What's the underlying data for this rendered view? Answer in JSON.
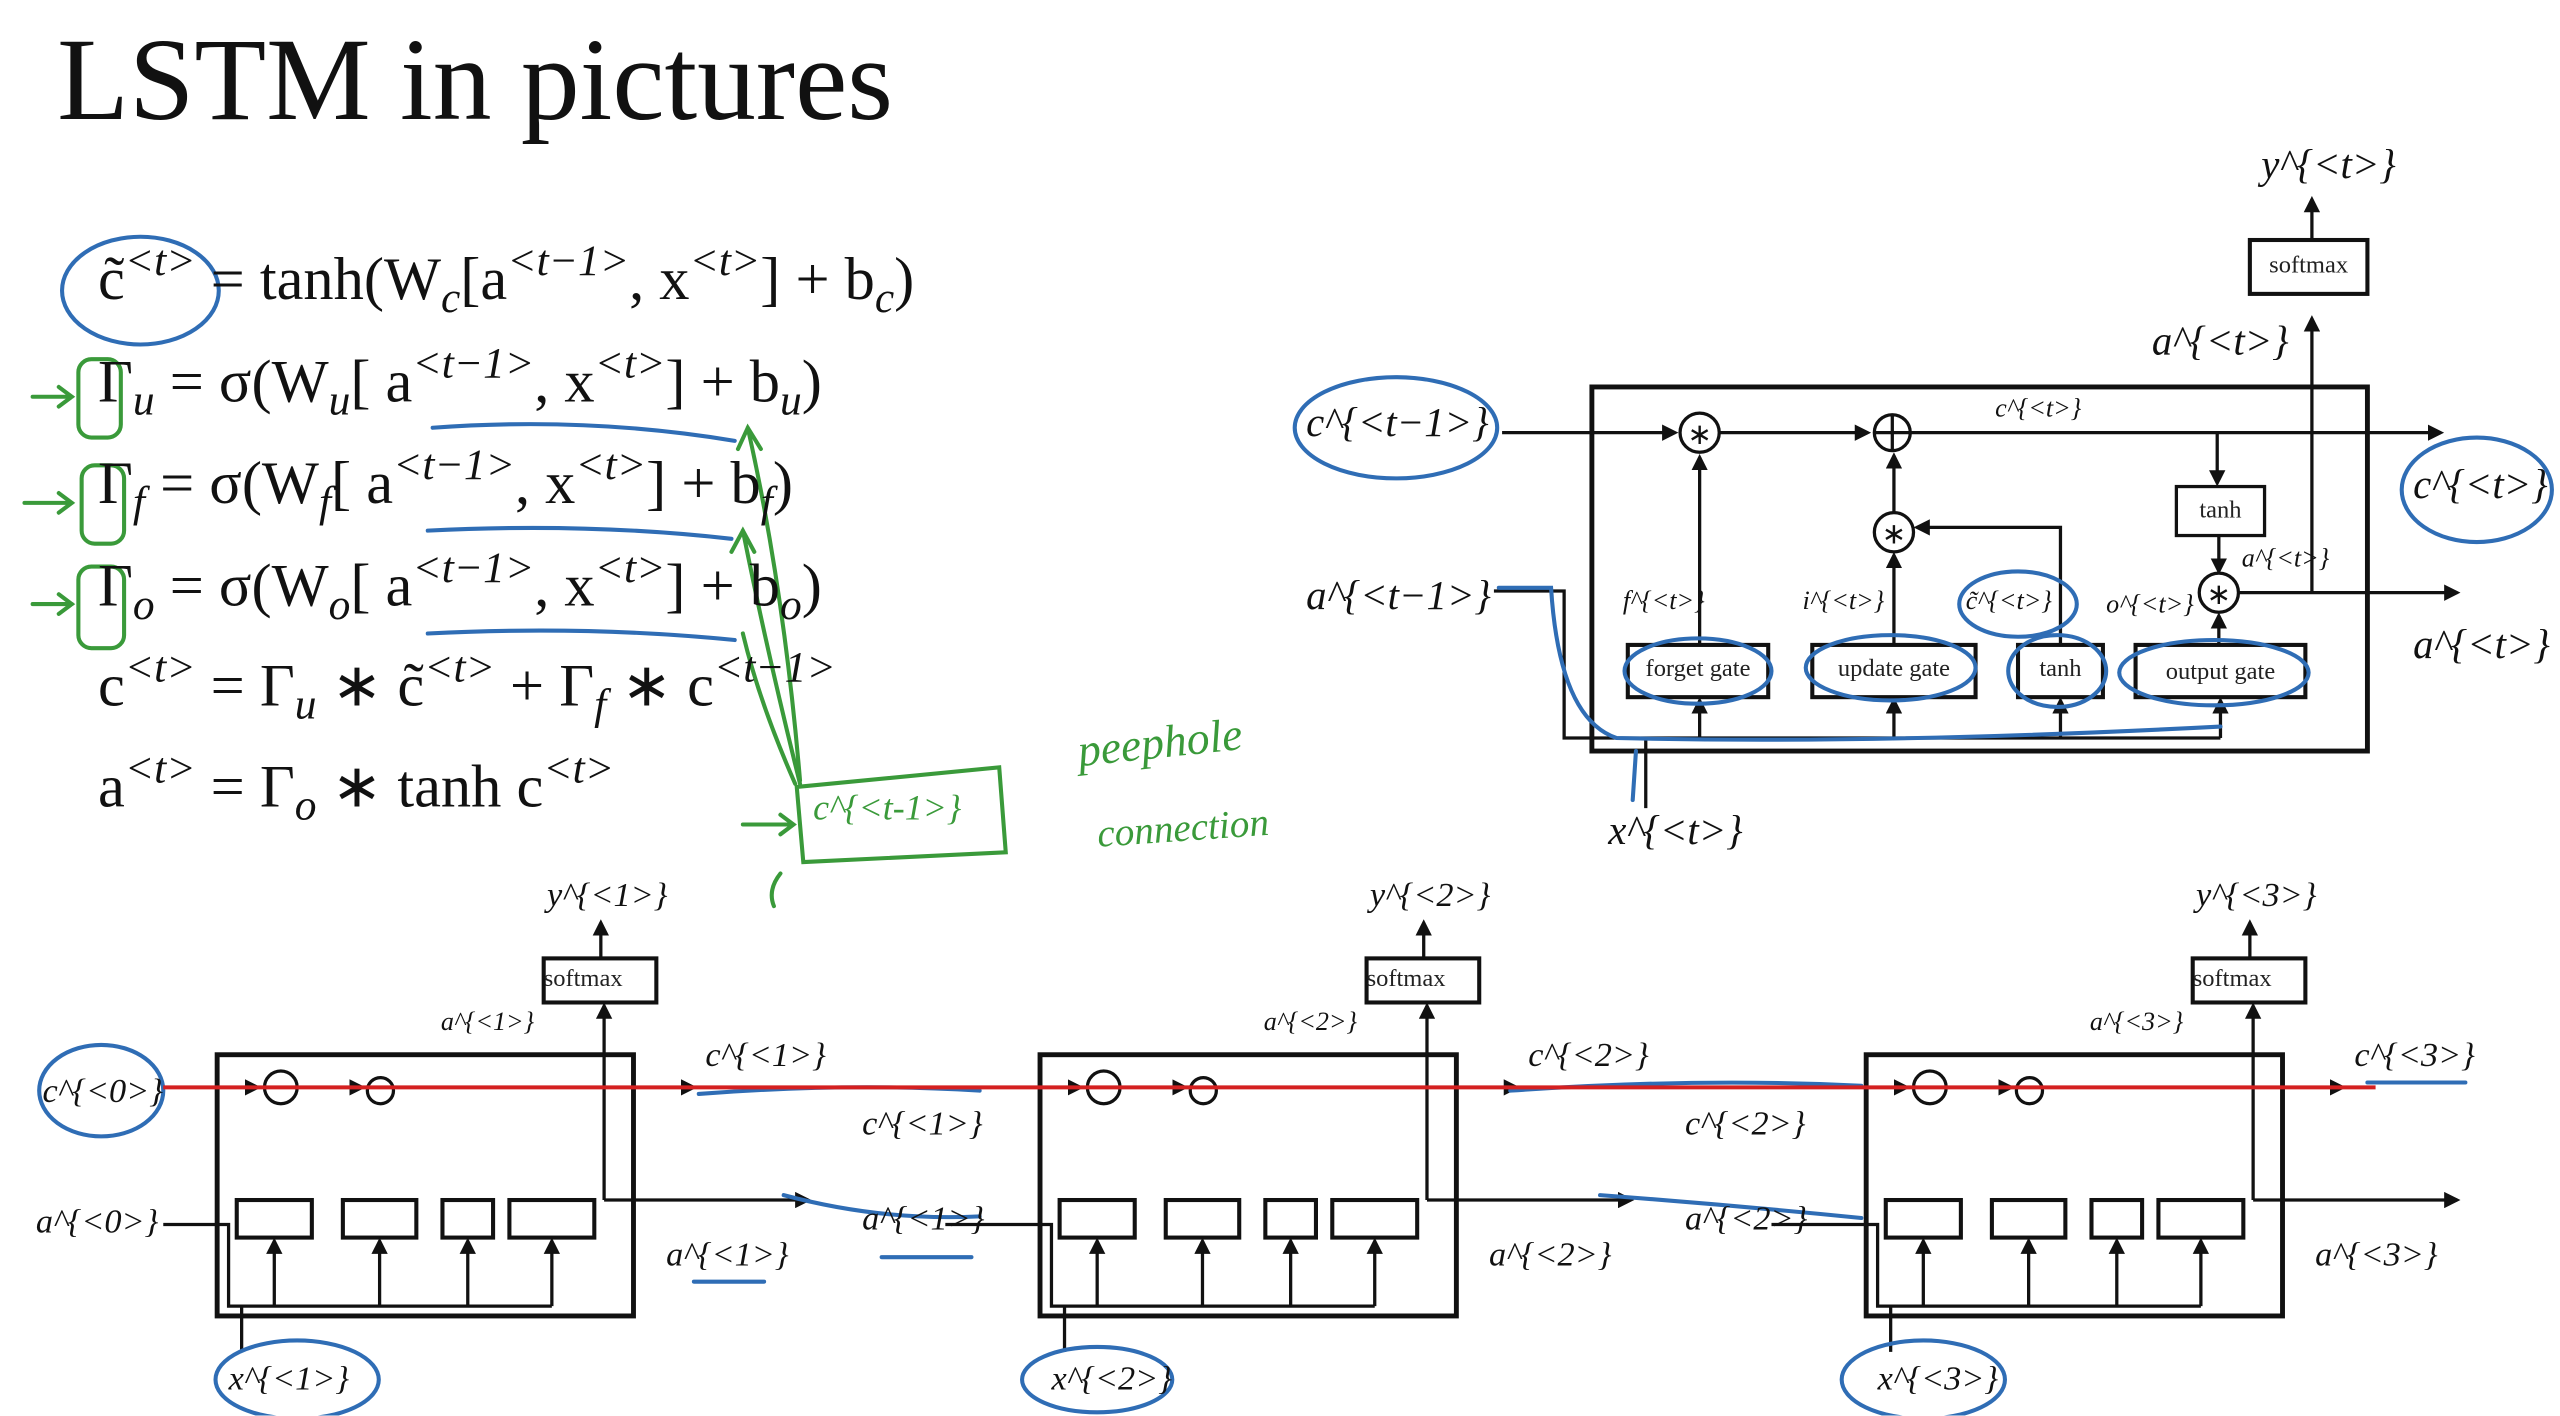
{
  "title": "LSTM in pictures",
  "equations": [
    "c̃^{<t>} = tanh(W_{c}[a^{<t−1>}, x^{<t>}] + b_{c})",
    "Γ_{u} = σ(W_{u}[ a^{<t−1>}, x^{<t>}] + b_{u})",
    "Γ_{f} = σ(W_{f}[ a^{<t−1>}, x^{<t>}] + b_{f})",
    "Γ_{o} = σ(W_{o}[ a^{<t−1>}, x^{<t>}] + b_{o})",
    "c^{<t>} =  Γ_{u} ∗ c̃^{<t>} + Γ_{f} ∗ c^{<t−1>}",
    "a^{<t>} = Γ_{o} ∗ tanh c^{<t>}"
  ],
  "annotations": {
    "peephole_line1": "peephole",
    "peephole_line2": "connection",
    "peephole_box": "c^{<t-1>}",
    "ink_blue": "#2f6db5",
    "ink_green": "#3a9a3a",
    "ink_red": "#d42020"
  },
  "cell": {
    "c_prev": "c^{<t−1>}",
    "a_prev": "a^{<t−1>}",
    "x_in": "x^{<t>}",
    "c_mid": "c^{<t>}",
    "c_out": "c^{<t>}",
    "a_out": "a^{<t>}",
    "a_up": "a^{<t>}",
    "a_small": "a^{<t>}",
    "y_out": "y^{<t>}",
    "f_label": "f^{<t>}",
    "i_label": "i^{<t>}",
    "ctilde_label": "c̃^{<t>}",
    "o_label": "o^{<t>}",
    "softmax": "softmax",
    "tanh_top": "tanh",
    "gates": [
      "forget gate",
      "update gate",
      "tanh",
      "output gate"
    ]
  },
  "chain": {
    "c0": "c^{<0>}",
    "a0": "a^{<0>}",
    "cells": [
      {
        "x": "x^{<1>}",
        "y": "y^{<1>}",
        "a_up": "a^{<1>}",
        "c_out": "c^{<1>}",
        "a_out": "a^{<1>}",
        "c_next_in": "c^{<1>}",
        "a_next_in": "a^{<1>}",
        "softmax": "softmax"
      },
      {
        "x": "x^{<2>}",
        "y": "y^{<2>}",
        "a_up": "a^{<2>}",
        "c_out": "c^{<2>}",
        "a_out": "a^{<2>}",
        "c_next_in": "c^{<2>}",
        "a_next_in": "a^{<2>}",
        "softmax": "softmax"
      },
      {
        "x": "x^{<3>}",
        "y": "y^{<3>}",
        "a_up": "a^{<3>}",
        "c_out": "c^{<3>}",
        "a_out": "a^{<3>}",
        "softmax": "softmax"
      }
    ]
  }
}
